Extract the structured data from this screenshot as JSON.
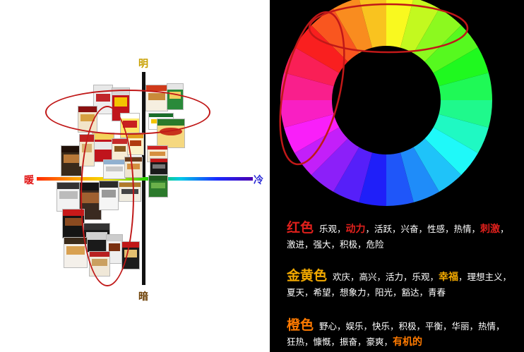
{
  "left": {
    "axis": {
      "top": "明",
      "bottom": "暗",
      "left": "暖",
      "right": "冷"
    }
  },
  "right": {
    "meanings": [
      {
        "key": "red",
        "name": "红色",
        "parts": [
          {
            "t": "乐观，",
            "hl": false
          },
          {
            "t": "动力",
            "hl": true
          },
          {
            "t": "，活跃，兴奋，性感，热情，",
            "hl": false
          },
          {
            "t": "刺激",
            "hl": true
          },
          {
            "t": "，激进，强大，积极，危险",
            "hl": false
          }
        ]
      },
      {
        "key": "gold",
        "name": "金黄色",
        "parts": [
          {
            "t": "欢庆，高兴，活力，乐观，",
            "hl": false
          },
          {
            "t": "幸福",
            "hl": true
          },
          {
            "t": "，理想主义，夏天，希望，想象力，阳光，豁达，青春",
            "hl": false
          }
        ]
      },
      {
        "key": "orange",
        "name": "橙色",
        "parts": [
          {
            "t": "野心，娱乐，快乐，积极，平衡，华丽，热情，狂热，慷慨，振奋，豪爽，",
            "hl": false
          },
          {
            "t": "有机的",
            "hl": true
          }
        ]
      }
    ]
  },
  "colors": {
    "red_text": "#e0201c",
    "gold_text": "#f2a900",
    "orange_text": "#ff7a00",
    "ellipse": "#c01818"
  }
}
